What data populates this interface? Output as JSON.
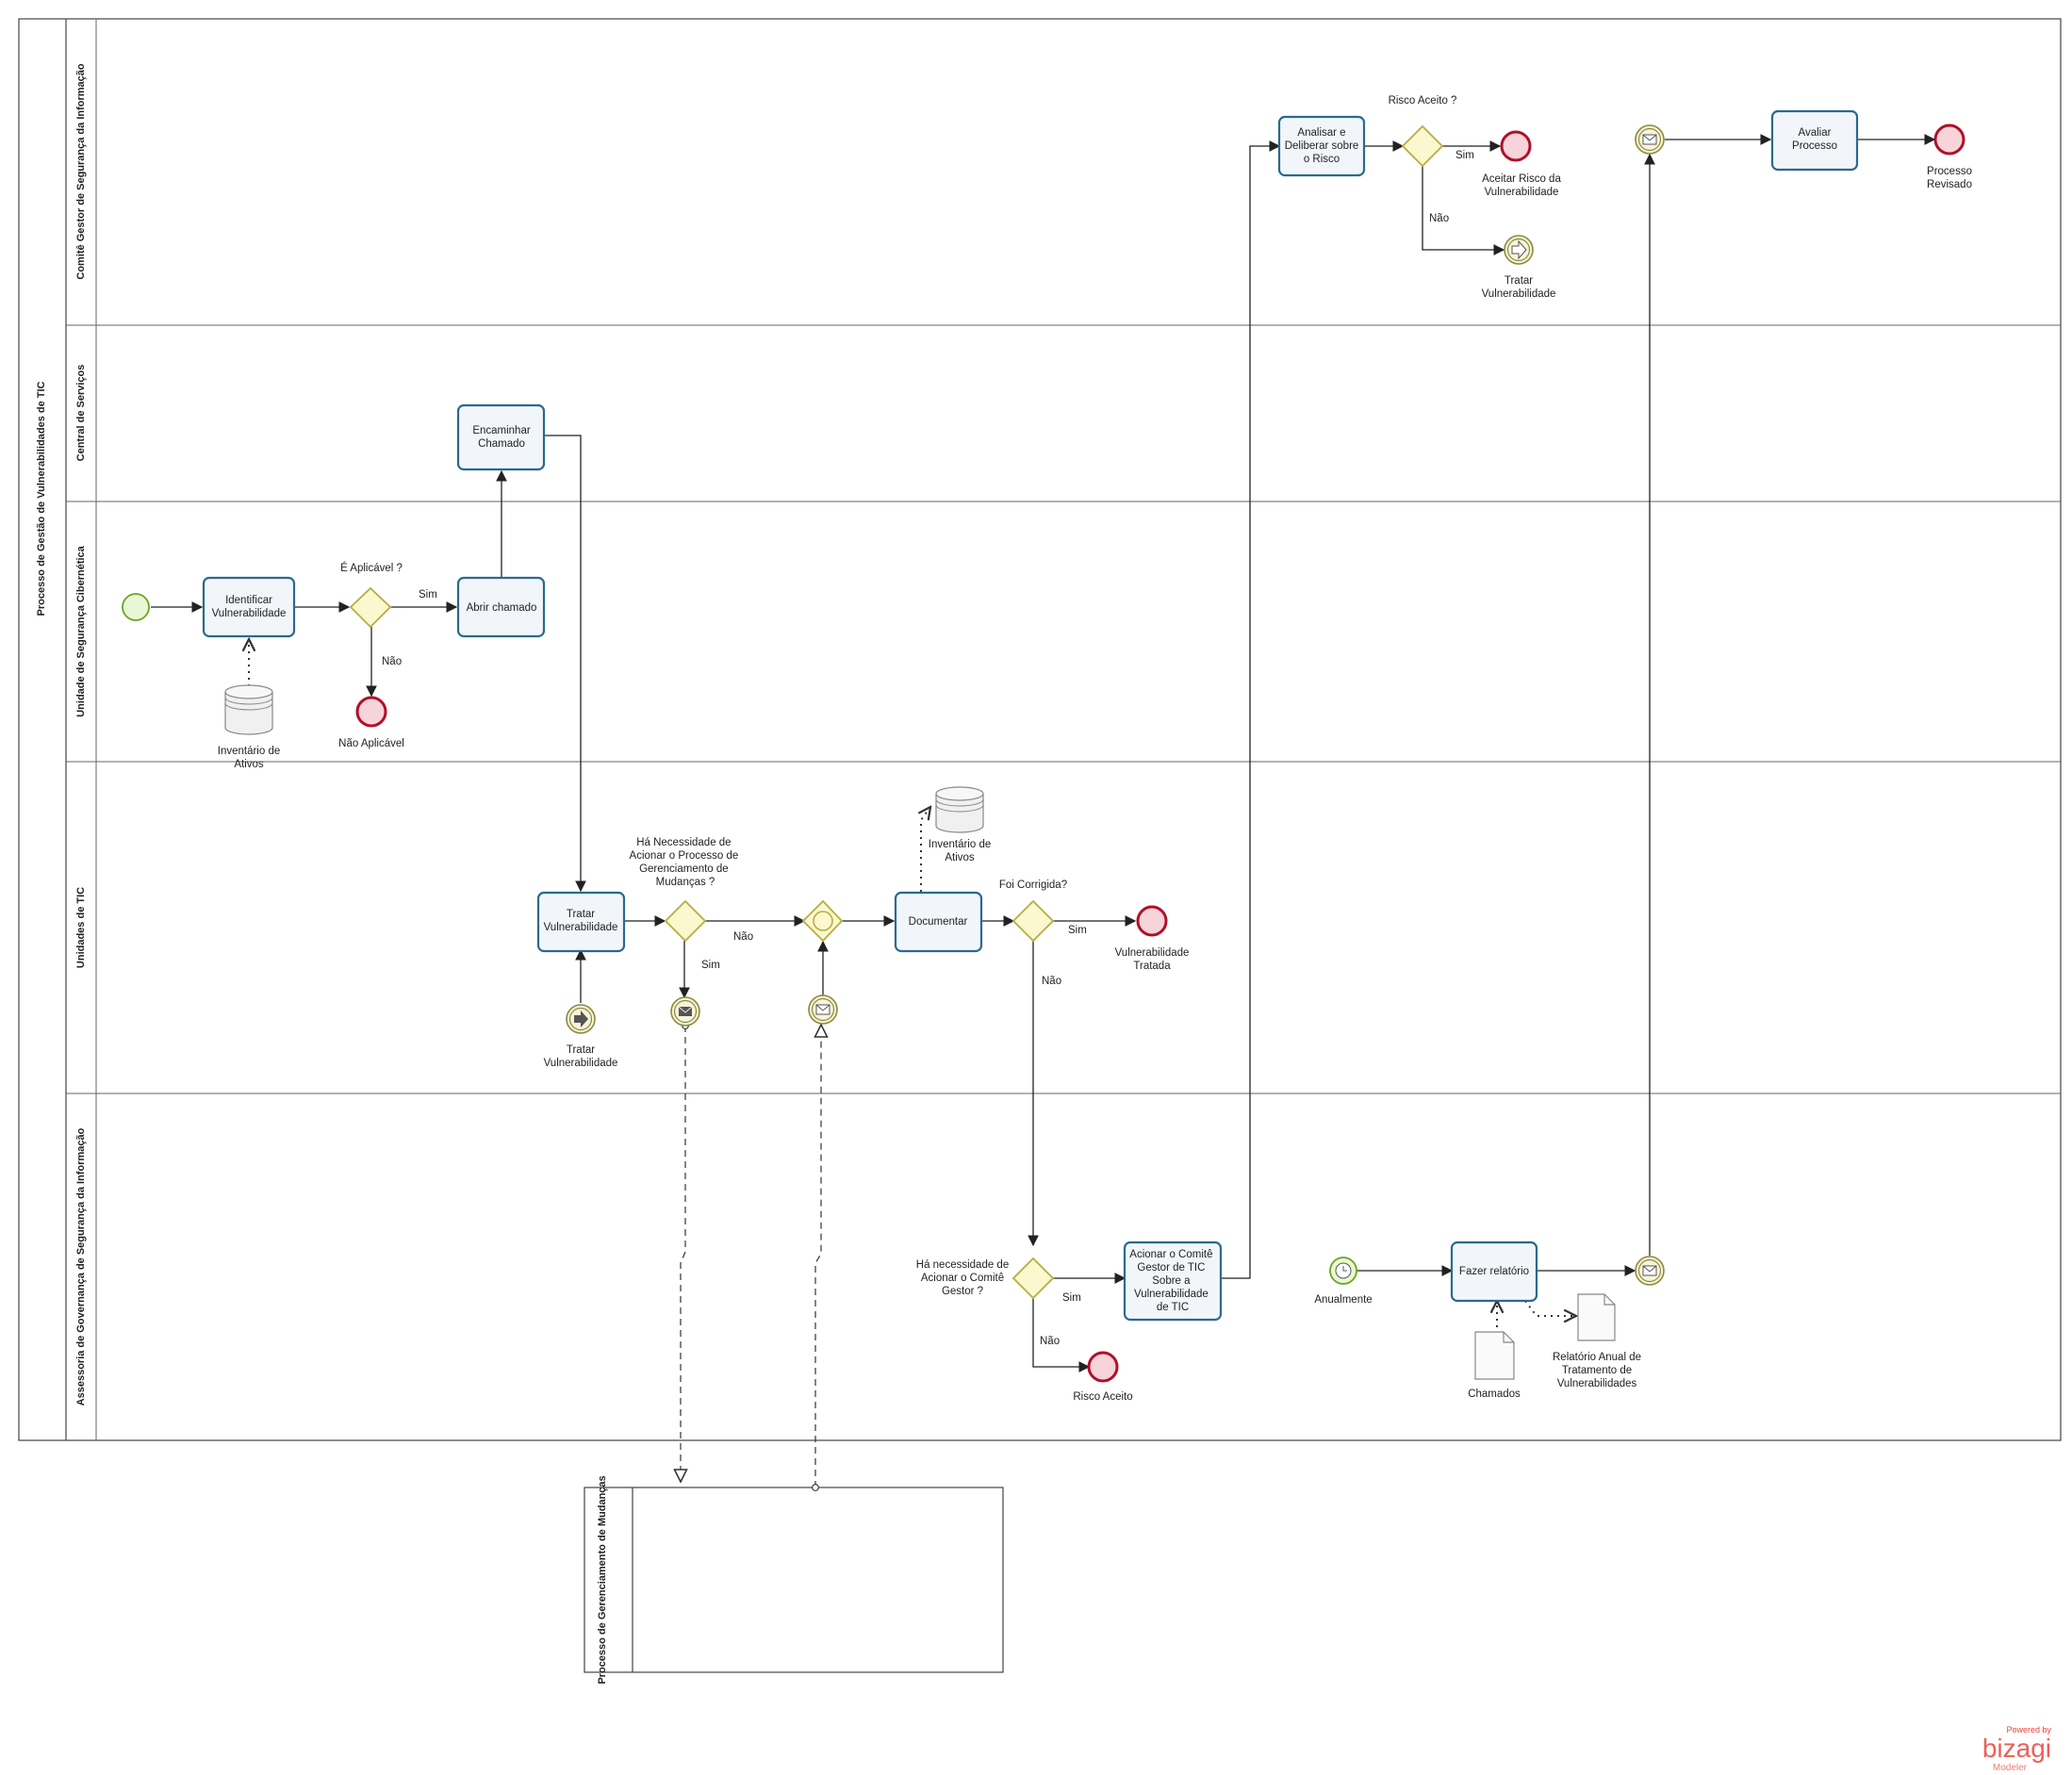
{
  "pool": {
    "title": "Processo de Gestão de Vulnerabilidades de TIC"
  },
  "lanes": [
    "Comitê Gestor de Segurança da Informação",
    "Central de Serviços",
    "Unidade de Segurança Cibernética",
    "Unidades de TIC",
    "Assessoria de Governança de Segurança da Informação"
  ],
  "external_pool": {
    "title": "Processo de Gerenciamento de Mudanças"
  },
  "tasks": {
    "identificar": [
      "Identificar",
      "Vulnerabilidade"
    ],
    "abrir": [
      "Abrir chamado"
    ],
    "encaminhar": [
      "Encaminhar",
      "Chamado"
    ],
    "tratar": [
      "Tratar",
      "Vulnerabilidade"
    ],
    "documentar": [
      "Documentar"
    ],
    "acionar": [
      "Acionar o Comitê",
      "Gestor de TIC",
      "Sobre a",
      "Vulnerabilidade",
      "de TIC"
    ],
    "analisar": [
      "Analisar e",
      "Deliberar sobre",
      "o Risco"
    ],
    "avaliar": [
      "Avaliar",
      "Processo"
    ],
    "relatorio": [
      "Fazer relatório"
    ]
  },
  "gateways": {
    "aplicavel": [
      "É Aplicável ?"
    ],
    "mudancas": [
      "Há Necessidade de",
      "Acionar o Processo de",
      "Gerenciamento de",
      "Mudanças ?"
    ],
    "corrigida": [
      "Foi Corrigida?"
    ],
    "comite": [
      "Há necessidade de",
      "Acionar o Comitê",
      "Gestor ?"
    ],
    "risco": [
      "Risco Aceito ?"
    ]
  },
  "events": {
    "nao_aplicavel": [
      "Não Aplicável"
    ],
    "tratar_link": [
      "Tratar",
      "Vulnerabilidade"
    ],
    "vuln_tratada": [
      "Vulnerabilidade",
      "Tratada"
    ],
    "risco_aceito": [
      "Risco Aceito"
    ],
    "anualmente": [
      "Anualmente"
    ],
    "aceitar_risco": [
      "Aceitar  Risco da",
      "Vulnerabilidade"
    ],
    "tratar_link_out": [
      "Tratar",
      "Vulnerabilidade"
    ],
    "processo_revisado": [
      "Processo",
      "Revisado"
    ]
  },
  "artifacts": {
    "inventario1": [
      "Inventário de",
      "Ativos"
    ],
    "inventario2": [
      "Inventário de",
      "Ativos"
    ],
    "chamados": [
      "Chamados"
    ],
    "relatorio_anual": [
      "Relatório Anual de",
      "Tratamento de",
      "Vulnerabilidades"
    ]
  },
  "flow_labels": {
    "sim1": "Sim",
    "nao1": "Não",
    "nao2": "Não",
    "sim2": "Sim",
    "sim3": "Sim",
    "nao3": "Não",
    "sim4": "Sim",
    "nao4": "Não",
    "sim5": "Sim",
    "nao5": "Não"
  },
  "watermark": {
    "small": "Powered by",
    "brand": "bizagi",
    "product": "Modeler"
  },
  "colors": {
    "task_fill": "#f2f6fa",
    "task_stroke": "#2a6a8c",
    "gateway_fill": "#fbf7cf",
    "gateway_stroke": "#b5ae40",
    "start_stroke": "#6aa520",
    "start_fill": "#eaf7d5",
    "end_stroke": "#b0102a",
    "end_fill": "#f7d4d9",
    "intermediate_stroke": "#8c8a3a",
    "brand": "#e8453c"
  }
}
